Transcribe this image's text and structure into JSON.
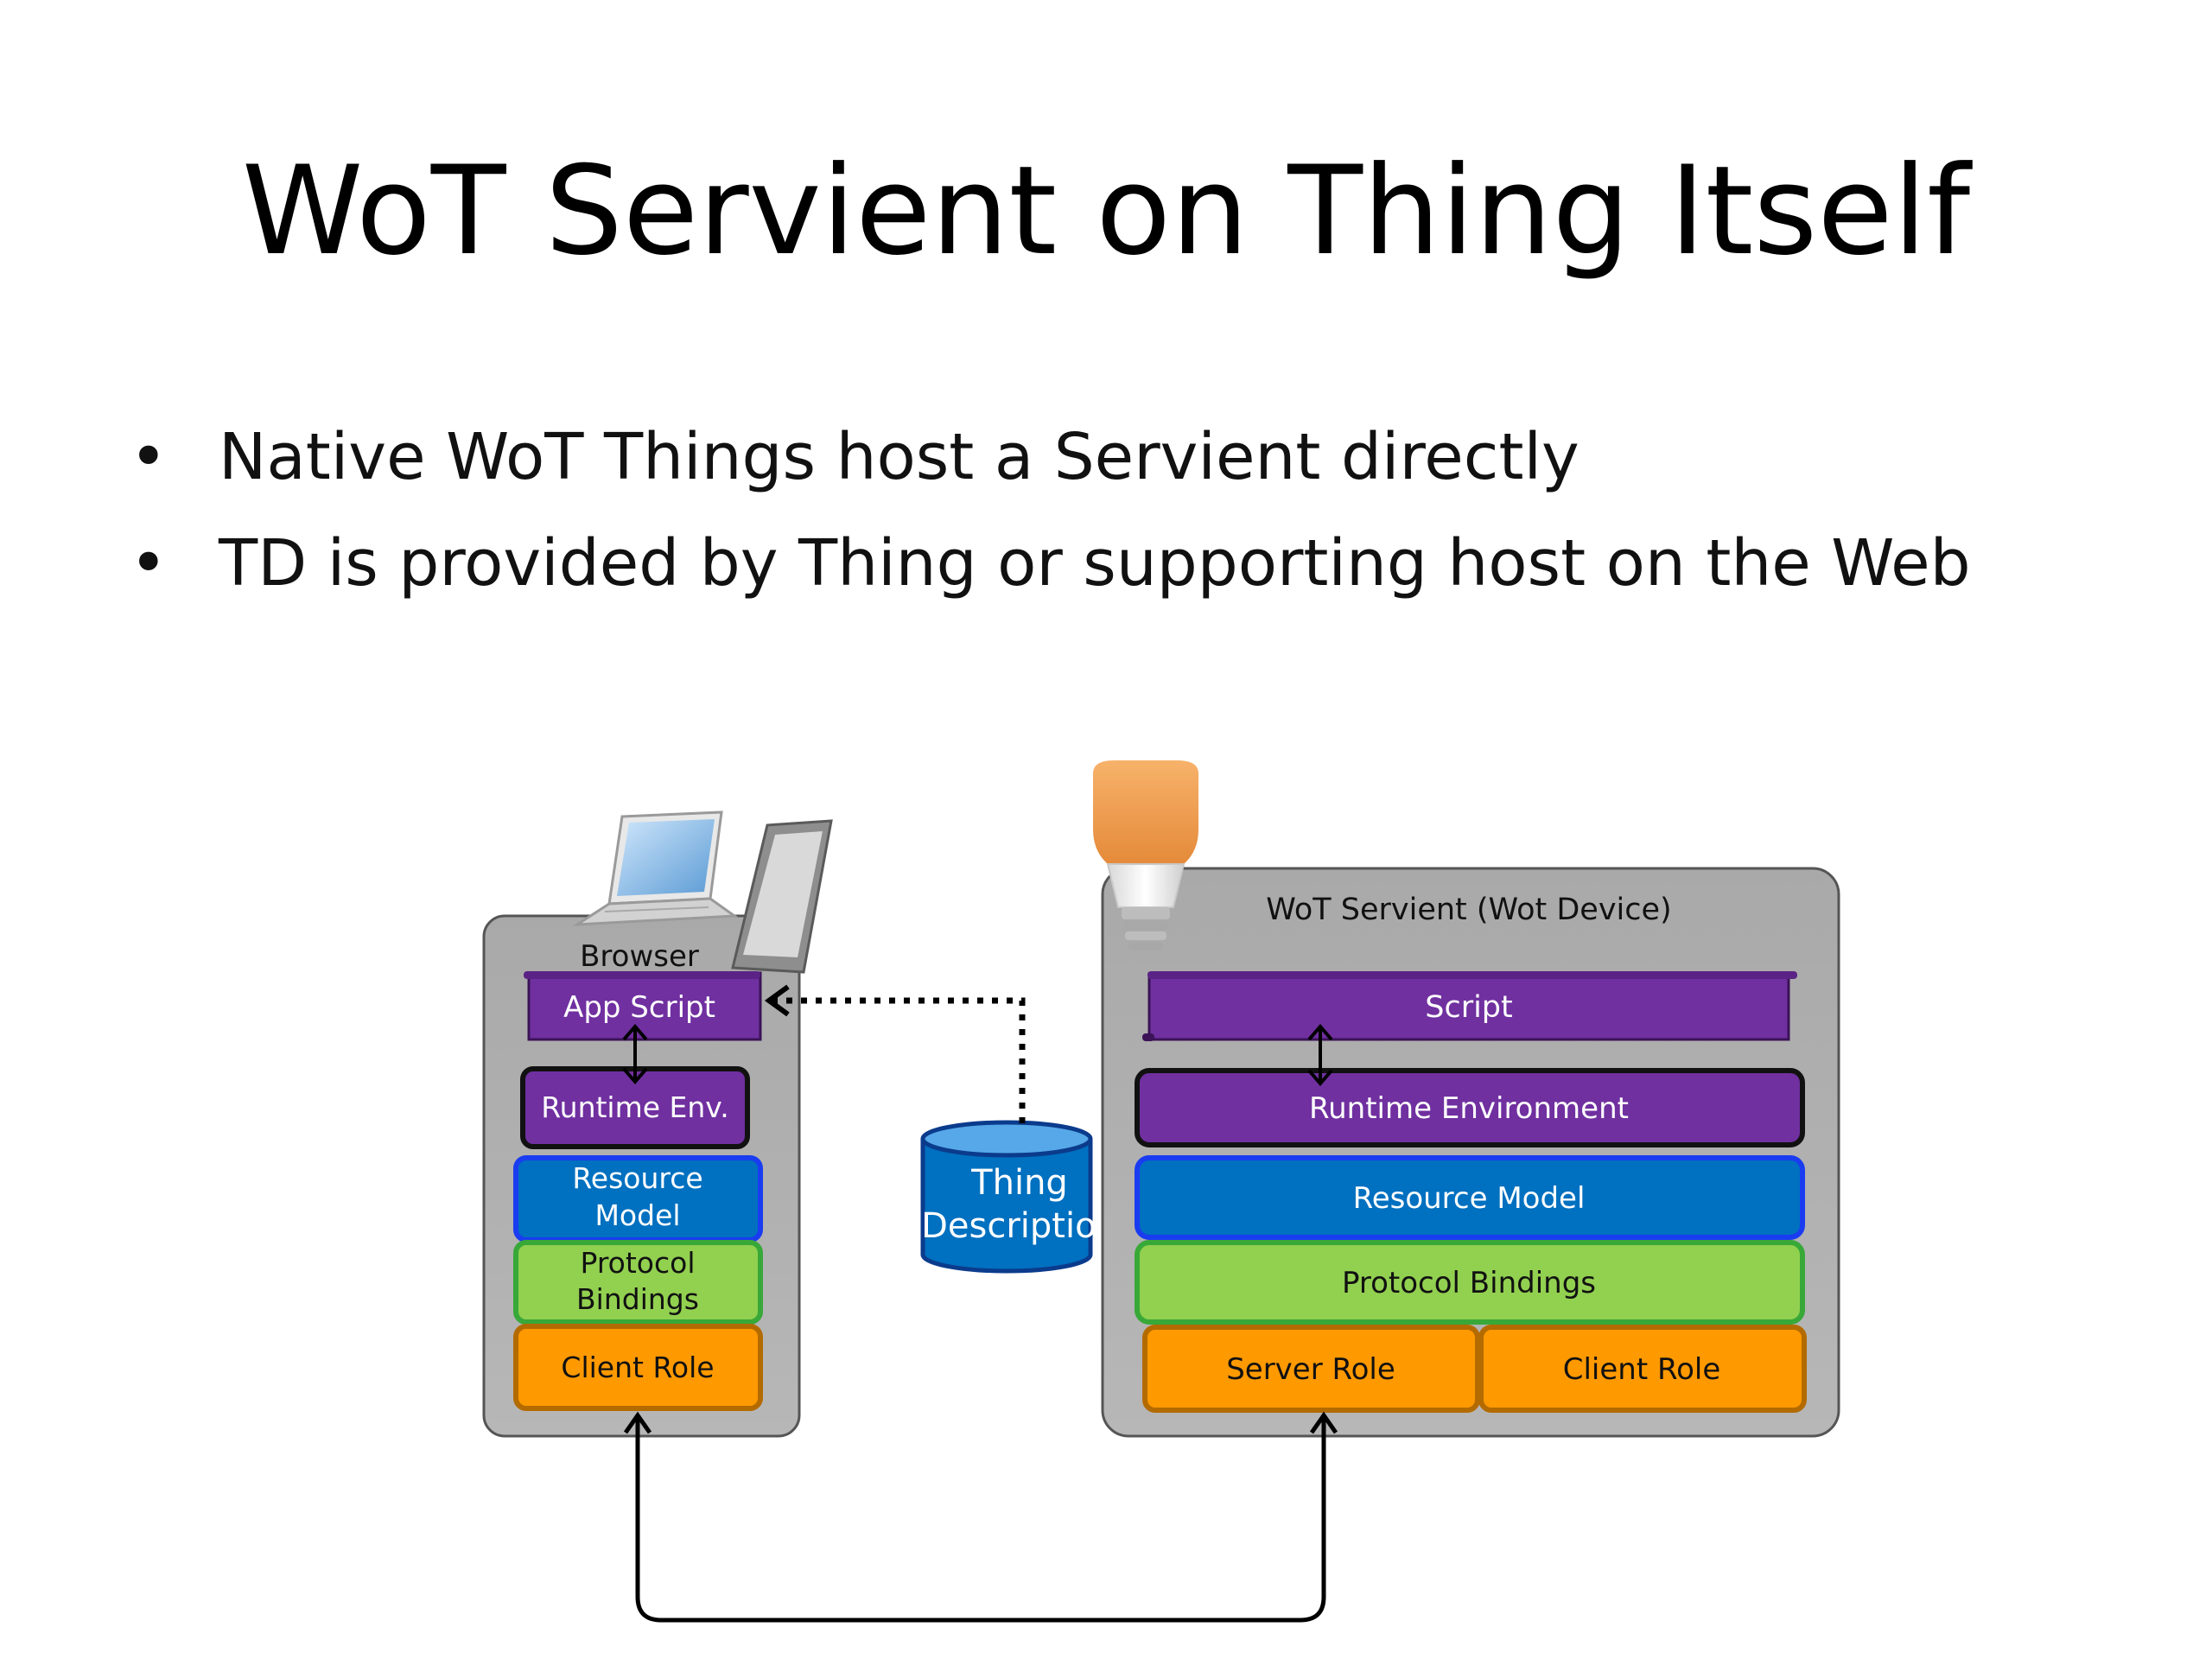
{
  "slide": {
    "title": "WoT Servient on Thing Itself",
    "bullets": [
      "Native WoT Things host a Servient directly",
      "TD is provided by Thing or supporting host on the Web"
    ]
  },
  "diagram": {
    "browser": {
      "title": "Browser",
      "layers": {
        "app_script": "App Script",
        "runtime": "Runtime Env.",
        "resource_line1": "Resource",
        "resource_line2": "Model",
        "protocol_line1": "Protocol",
        "protocol_line2": "Bindings",
        "client_role": "Client Role"
      }
    },
    "thing_description": {
      "line1": "Thing",
      "line2": "Description"
    },
    "servient": {
      "title": "WoT Servient (Wot Device)",
      "layers": {
        "script": "Script",
        "runtime": "Runtime Environment",
        "resource": "Resource Model",
        "protocol": "Protocol Bindings",
        "server_role": "Server Role",
        "client_role": "Client Role"
      }
    },
    "colors": {
      "script": "#7030a0",
      "resource": "#0070c0",
      "resource_border": "#1a3cf0",
      "protocol": "#92d050",
      "protocol_border": "#38a838",
      "role": "#ff9900",
      "role_border": "#b36b00",
      "panel": "#a6a6a6"
    }
  }
}
